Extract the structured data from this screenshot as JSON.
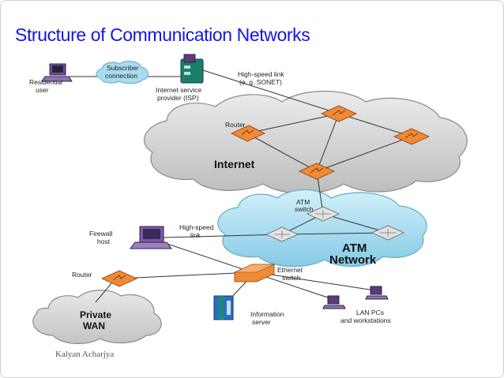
{
  "slide": {
    "title": "Structure of Communication Networks",
    "footer": "Kalyan Acharjya"
  },
  "labels": {
    "residential_user": [
      "Residential",
      "user"
    ],
    "subscriber_connection": [
      "Subscriber",
      "connection"
    ],
    "isp": [
      "Internet service",
      "provider (ISP)"
    ],
    "high_speed_link_top": [
      "High-speed link",
      "(e. g. SONET)"
    ],
    "router_internet": "Router",
    "internet": "Internet",
    "atm_switch": [
      "ATM",
      "switch"
    ],
    "atm_network": [
      "ATM",
      "Network"
    ],
    "firewall_host": [
      "Firewall",
      "host"
    ],
    "high_speed_link_mid": [
      "High-speed",
      "link"
    ],
    "router_private": "Router",
    "ethernet_switch": [
      "Ethernet",
      "switch"
    ],
    "private_wan": [
      "Private",
      "WAN"
    ],
    "information_server": [
      "Information",
      "server"
    ],
    "lan_pcs": [
      "LAN PCs",
      "and workstations"
    ]
  },
  "colors": {
    "title": "#1414e6",
    "internet_cloud": "#d4d4d4",
    "atm_cloud": "#a7dcef",
    "router": "#f08a36",
    "switch": "#e2e2e2",
    "isp": "#1c7e6a",
    "server": "#2b6fbf",
    "host": "#7e58a6"
  }
}
